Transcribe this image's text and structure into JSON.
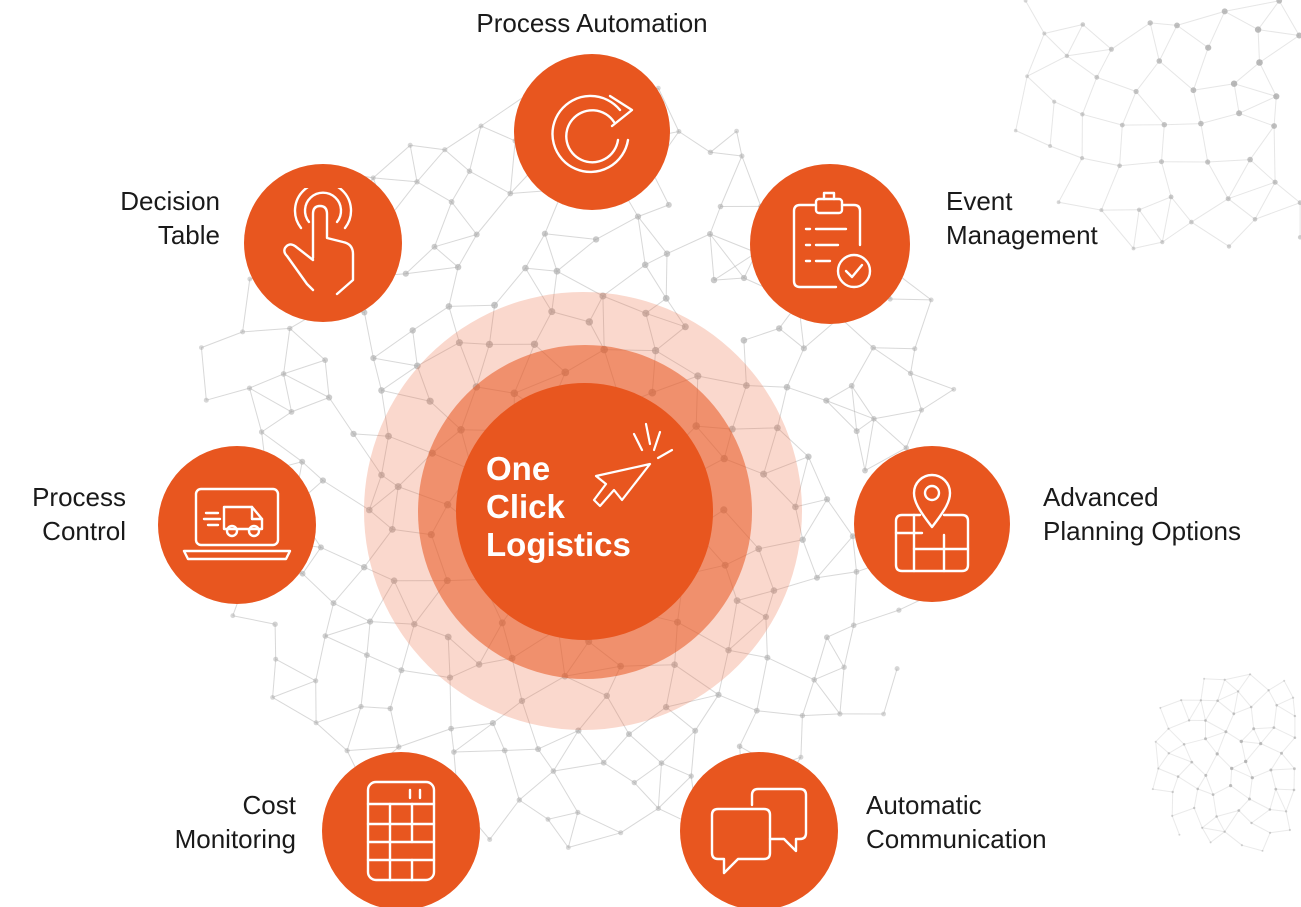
{
  "hub": {
    "lines": [
      "One",
      "Click",
      "Logistics"
    ]
  },
  "features": [
    {
      "id": "process-automation",
      "lines": [
        "Process Automation"
      ],
      "icon": "refresh-arrow-icon"
    },
    {
      "id": "event-management",
      "lines": [
        "Event",
        "Management"
      ],
      "icon": "clipboard-check-icon"
    },
    {
      "id": "advanced-planning-options",
      "lines": [
        "Advanced",
        "Planning Options"
      ],
      "icon": "map-pin-icon"
    },
    {
      "id": "automatic-communication",
      "lines": [
        "Automatic",
        "Communication"
      ],
      "icon": "chat-bubbles-icon"
    },
    {
      "id": "cost-monitoring",
      "lines": [
        "Cost",
        "Monitoring"
      ],
      "icon": "calculator-icon"
    },
    {
      "id": "process-control",
      "lines": [
        "Process",
        "Control"
      ],
      "icon": "laptop-delivery-van-icon"
    },
    {
      "id": "decision-table",
      "lines": [
        "Decision",
        "Table"
      ],
      "icon": "tap-hand-icon"
    }
  ],
  "colors": {
    "accent": "#e8561f",
    "text": "#1a1a1a",
    "mesh": "#b8b8b8"
  }
}
